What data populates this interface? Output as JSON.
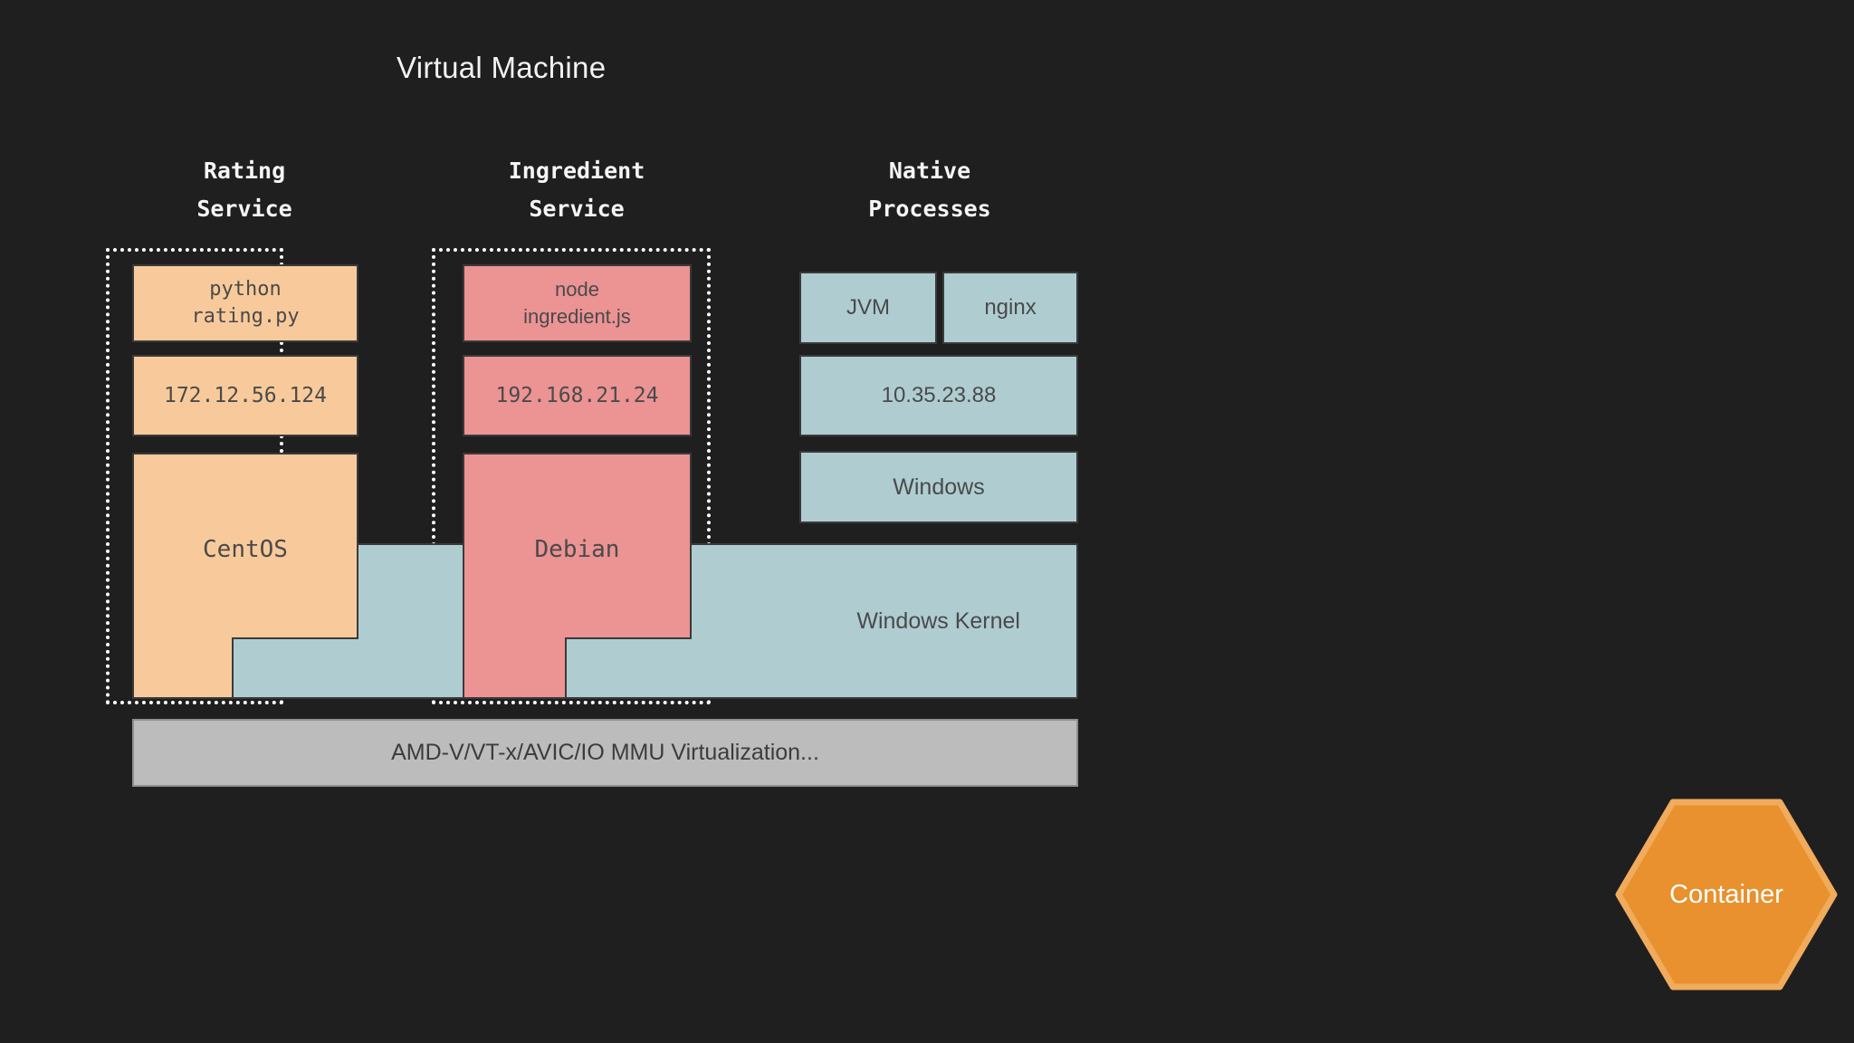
{
  "diagram": {
    "title": "Virtual Machine",
    "background_color": "#1F1F1F",
    "columns": [
      {
        "id": "rating-service",
        "header": "Rating\nService",
        "accent_color": "#F8CA9B",
        "boundary": "dotted",
        "layers": [
          {
            "name": "process",
            "label": "python\nrating.py",
            "font": "mono"
          },
          {
            "name": "ip-address",
            "label": "172.12.56.124",
            "font": "mono"
          },
          {
            "name": "operating-system",
            "label": "CentOS",
            "font": "mono"
          }
        ]
      },
      {
        "id": "ingredient-service",
        "header": "Ingredient\nService",
        "accent_color": "#EC9394",
        "boundary": "dotted",
        "layers": [
          {
            "name": "process",
            "label": "node\ningredient.js",
            "font": "sans"
          },
          {
            "name": "ip-address",
            "label": "192.168.21.24",
            "font": "mono"
          },
          {
            "name": "operating-system",
            "label": "Debian",
            "font": "mono"
          }
        ]
      },
      {
        "id": "native-processes",
        "header": "Native\nProcesses",
        "accent_color": "#AFCDD1",
        "boundary": "none",
        "layers": [
          {
            "name": "process-jvm",
            "label": "JVM",
            "font": "sans"
          },
          {
            "name": "process-nginx",
            "label": "nginx",
            "font": "sans"
          },
          {
            "name": "ip-address",
            "label": "10.35.23.88",
            "font": "sans"
          },
          {
            "name": "operating-system",
            "label": "Windows",
            "font": "sans"
          }
        ]
      }
    ],
    "kernel": {
      "label": "Windows Kernel",
      "color": "#AFCDD1"
    },
    "virtualization": {
      "label": "AMD-V/VT-x/AVIC/IO MMU Virtualization...",
      "color": "#BCBCBC"
    },
    "badge": {
      "label": "Container",
      "shape": "hexagon",
      "fill_color": "#E8912E",
      "border_color": "#F0AB5C",
      "text_color": "#FFFFFF"
    }
  }
}
